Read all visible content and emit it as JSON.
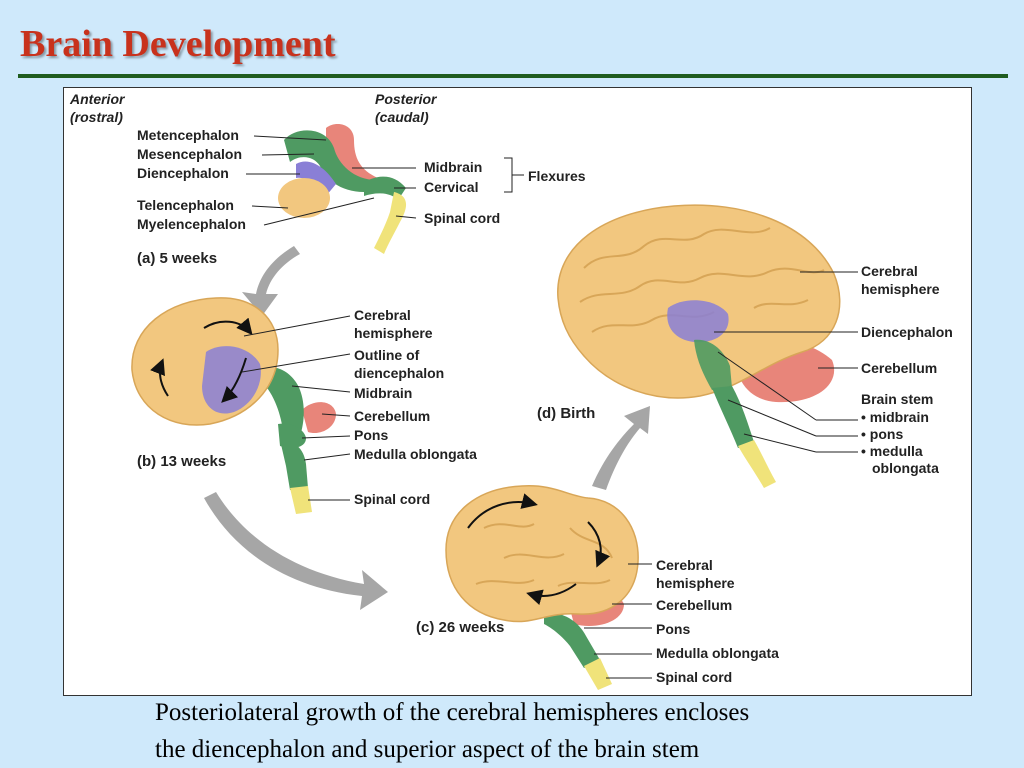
{
  "title": "Brain Development",
  "caption": {
    "line1": "Posteriolateral growth of the cerebral hemispheres encloses",
    "line2": "the diencephalon and superior aspect of the brain stem"
  },
  "colors": {
    "title": "#c8321d",
    "background": "#cfe9fb",
    "rule": "#1f5c1f",
    "cerebrum": "#f2c77f",
    "diencephalon": "#8a7fd6",
    "midbrain_pons": "#4f9a62",
    "cerebellum": "#e8857a",
    "spinal_cord": "#f0e37a"
  },
  "orientation": {
    "anterior": "Anterior",
    "anterior_sub": "(rostral)",
    "posterior": "Posterior",
    "posterior_sub": "(caudal)"
  },
  "stage_a": {
    "caption": "(a) 5 weeks",
    "labels": [
      "Metencephalon",
      "Mesencephalon",
      "Diencephalon",
      "Telencephalon",
      "Myelencephalon"
    ],
    "right_labels": [
      "Midbrain",
      "Cervical",
      "Spinal cord"
    ],
    "flexures": "Flexures"
  },
  "stage_b": {
    "caption": "(b) 13 weeks",
    "labels": {
      "cerebral_1": "Cerebral",
      "cerebral_2": "hemisphere",
      "outline_1": "Outline of",
      "outline_2": "diencephalon",
      "midbrain": "Midbrain",
      "cerebellum": "Cerebellum",
      "pons": "Pons",
      "medulla": "Medulla oblongata",
      "spinal": "Spinal cord"
    }
  },
  "stage_c": {
    "caption": "(c) 26 weeks",
    "labels": {
      "cerebral_1": "Cerebral",
      "cerebral_2": "hemisphere",
      "cerebellum": "Cerebellum",
      "pons": "Pons",
      "medulla": "Medulla oblongata",
      "spinal": "Spinal cord"
    }
  },
  "stage_d": {
    "caption": "(d) Birth",
    "labels": {
      "cerebral_1": "Cerebral",
      "cerebral_2": "hemisphere",
      "diencephalon": "Diencephalon",
      "cerebellum": "Cerebellum",
      "brainstem": "Brain stem",
      "midbrain": "• midbrain",
      "pons": "• pons",
      "medulla_1": "• medulla",
      "medulla_2": "oblongata"
    }
  }
}
